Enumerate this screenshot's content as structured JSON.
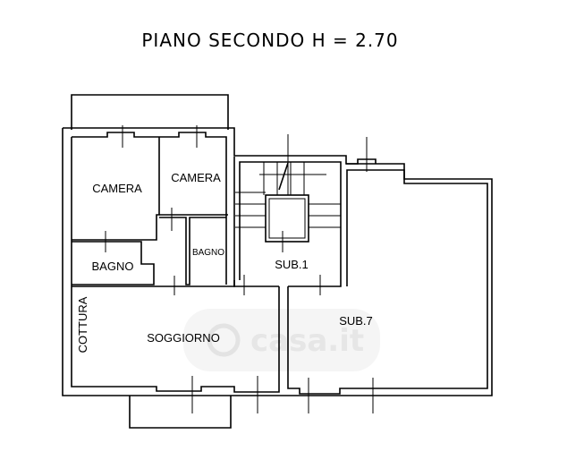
{
  "title": "PIANO SECONDO H = 2.70",
  "rooms": {
    "camera_left": "CAMERA",
    "camera_right": "CAMERA",
    "bagno_left": "BAGNO",
    "bagno_right": "BAGNO",
    "sub1": "SUB.1",
    "soggiorno": "SOGGIORNO",
    "cottura": "COTTURA",
    "sub7": "SUB.7"
  },
  "watermark": "casa.it"
}
